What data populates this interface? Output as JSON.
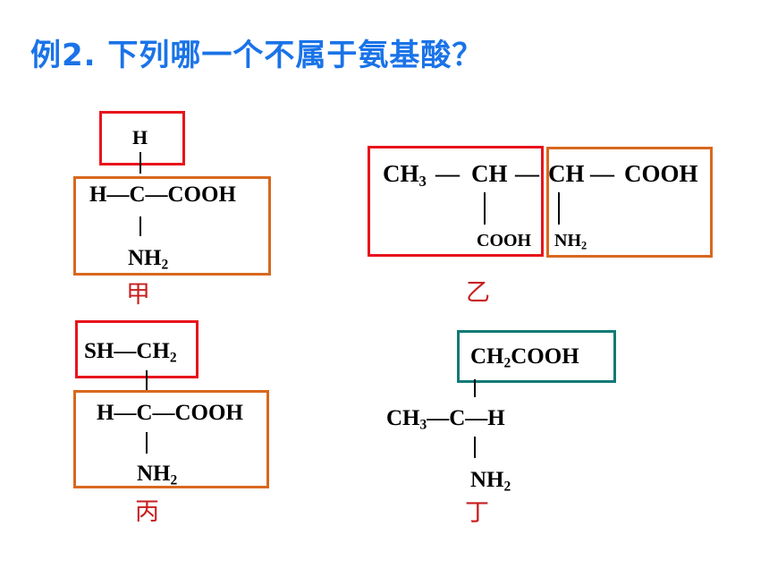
{
  "title": "例2.  下列哪一个不属于氨基酸？",
  "molecule_jia": {
    "top": "H",
    "main_line": "H—C—COOH",
    "bottom_group": "NH",
    "bottom_sub": "2",
    "label": "甲"
  },
  "molecule_yi": {
    "ch3": "CH",
    "ch3_sub": "3",
    "bond1": "—",
    "ch_a": "CH",
    "bond2": "—",
    "ch_b": "CH",
    "bond3": "—",
    "cooh": "COOH",
    "cooh_under": "COOH",
    "nh": "NH",
    "nh_sub": "2",
    "label": "乙"
  },
  "molecule_bing": {
    "top_prefix": "SH—CH",
    "top_sub": "2",
    "main_line": "H—C—COOH",
    "bottom_group": "NH",
    "bottom_sub": "2",
    "label": "丙"
  },
  "molecule_ding": {
    "top_a": "CH",
    "top_sub": "2",
    "top_b": "COOH",
    "ch3": "CH",
    "ch3_sub": "3",
    "main_rest": "—C—H",
    "bottom_group": "NH",
    "bottom_sub": "2",
    "label": "丁"
  },
  "colors": {
    "title": "#1a73e8",
    "red_box": "#e8141c",
    "orange_box": "#d8681e",
    "teal_box": "#127a76",
    "label": "#c81e1e"
  }
}
